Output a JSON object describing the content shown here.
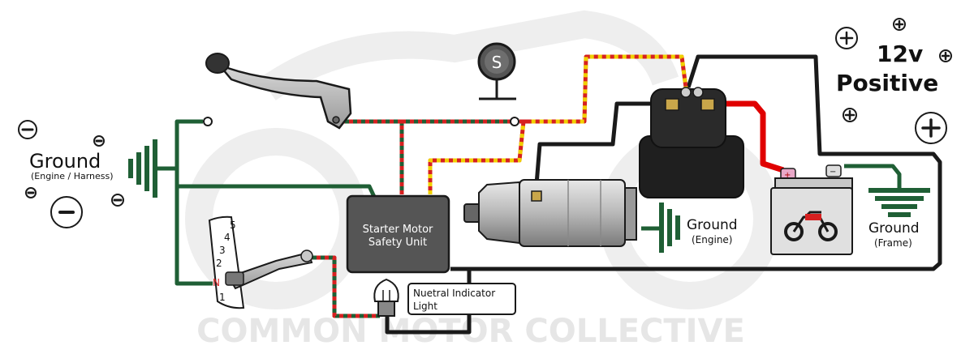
{
  "labels": {
    "ground_harness_title": "Ground",
    "ground_harness_sub": "(Engine / Harness)",
    "ground_engine_title": "Ground",
    "ground_engine_sub": "(Engine)",
    "ground_frame_title": "Ground",
    "ground_frame_sub": "(Frame)",
    "positive_volts": "12v",
    "positive_word": "Positive",
    "safety_unit_line1": "Starter Motor",
    "safety_unit_line2": "Safety Unit",
    "indicator_line1": "Nuetral Indicator",
    "indicator_line2": "Light",
    "start_button_letter": "S",
    "watermark": "COMMON MOTOR COLLECTIVE"
  },
  "gear_indicator": [
    "5",
    "4",
    "3",
    "2",
    "N",
    "1"
  ],
  "symbols": {
    "minus": "−",
    "plus": "+"
  },
  "colors": {
    "black_wire": "#1a1a1a",
    "green_wire": "#1f5f35",
    "red_wire": "#e00000",
    "yellow_stripe": "#f0d000",
    "neutral_red": "#d62020",
    "watermark": "#ececec"
  }
}
